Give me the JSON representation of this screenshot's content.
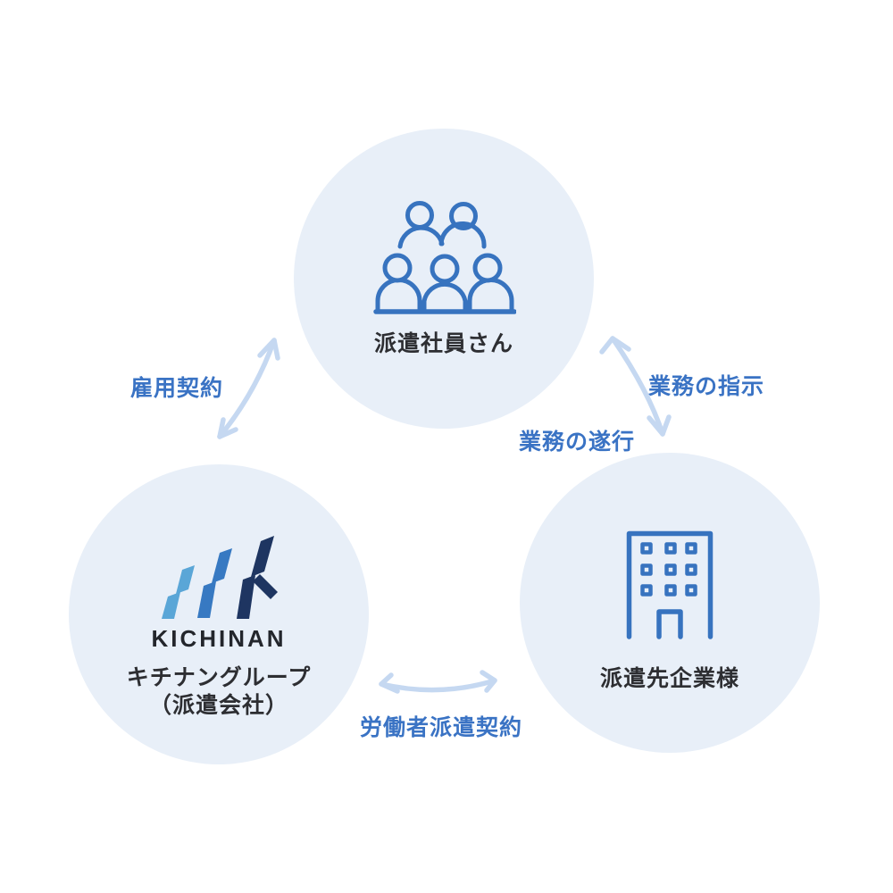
{
  "diagram": {
    "nodes": [
      {
        "id": "dispatched-staff",
        "label": "派遣社員さん",
        "icon": "people-group-icon"
      },
      {
        "id": "kichinan-group",
        "logo_text": "KICHINAN",
        "label_line1": "キチナングループ",
        "label_line2": "（派遣会社）",
        "icon": "kichinan-logo-mark"
      },
      {
        "id": "client-company",
        "label": "派遣先企業様",
        "icon": "office-building-icon"
      }
    ],
    "edges": [
      {
        "id": "employment-contract",
        "label": "雇用契約",
        "from": "kichinan-group",
        "to": "dispatched-staff",
        "direction": "both"
      },
      {
        "id": "work-instruction",
        "label": "業務の指示",
        "from": "client-company",
        "to": "dispatched-staff",
        "direction": "both"
      },
      {
        "id": "work-execution",
        "label": "業務の遂行",
        "from": "dispatched-staff",
        "to": "client-company",
        "direction": "both"
      },
      {
        "id": "worker-dispatch-contract",
        "label": "労働者派遣契約",
        "from": "kichinan-group",
        "to": "client-company",
        "direction": "both"
      }
    ],
    "colors": {
      "background": "#ffffff",
      "circle_fill": "#e8eff8",
      "icon_stroke": "#3773bf",
      "arrow": "#c5d8f1",
      "arrow_label_text": "#3a73c4",
      "node_label_text": "#2d2e32",
      "logo_light_blue": "#5aa6d7",
      "logo_mid_blue": "#3779c2",
      "logo_navy": "#1e3561",
      "logo_wordmark": "#23262c"
    }
  }
}
